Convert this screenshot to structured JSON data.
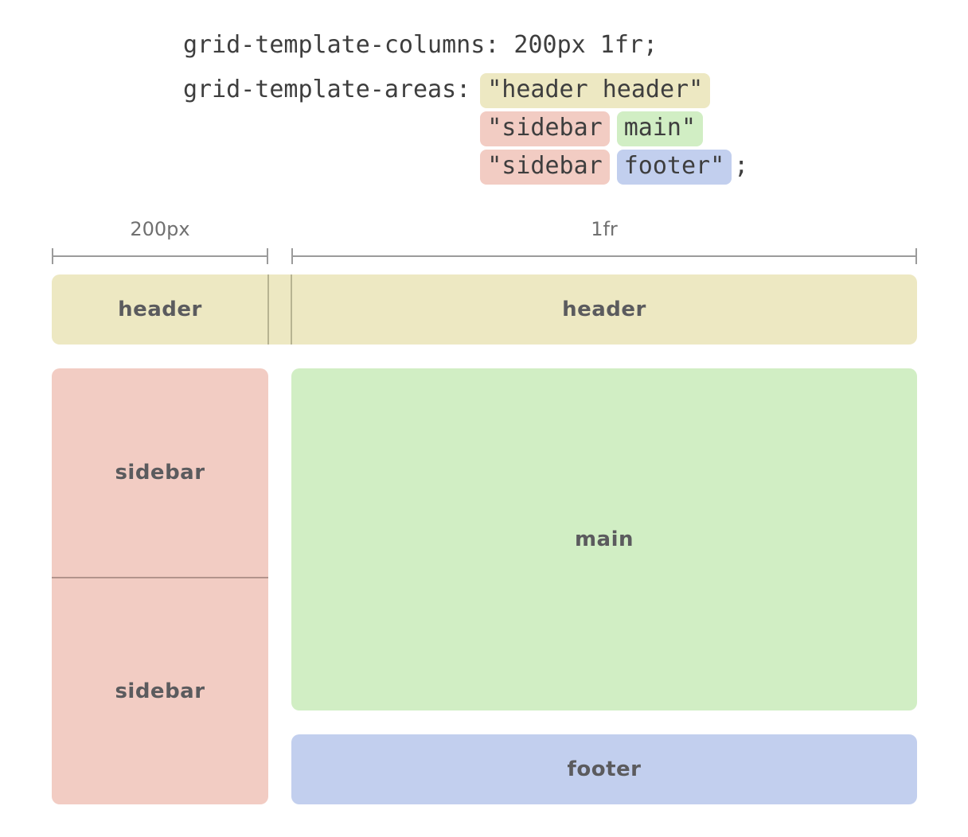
{
  "code": {
    "columns_line": "grid-template-columns: 200px 1fr;",
    "areas_property": "grid-template-areas:",
    "tokens": {
      "header_row": "\"header header\"",
      "sidebar": "\"sidebar",
      "main": "main\"",
      "footer": "footer\"",
      "semicolon": ";"
    }
  },
  "ruler": {
    "left_label": "200px",
    "right_label": "1fr"
  },
  "diagram": {
    "header_left_label": "header",
    "header_right_label": "header",
    "sidebar_top_label": "sidebar",
    "sidebar_bottom_label": "sidebar",
    "main_label": "main",
    "footer_label": "footer"
  },
  "colors": {
    "header_yellow": "#EDE8C2",
    "sidebar_pink": "#F2CCC3",
    "main_green": "#D1EEC4",
    "footer_blue": "#C2CFEE",
    "label_text": "#5B5B5E",
    "code_text": "#3E3E3E",
    "ruler_gray": "#9B9B9B",
    "ruler_label_text": "#707070"
  }
}
